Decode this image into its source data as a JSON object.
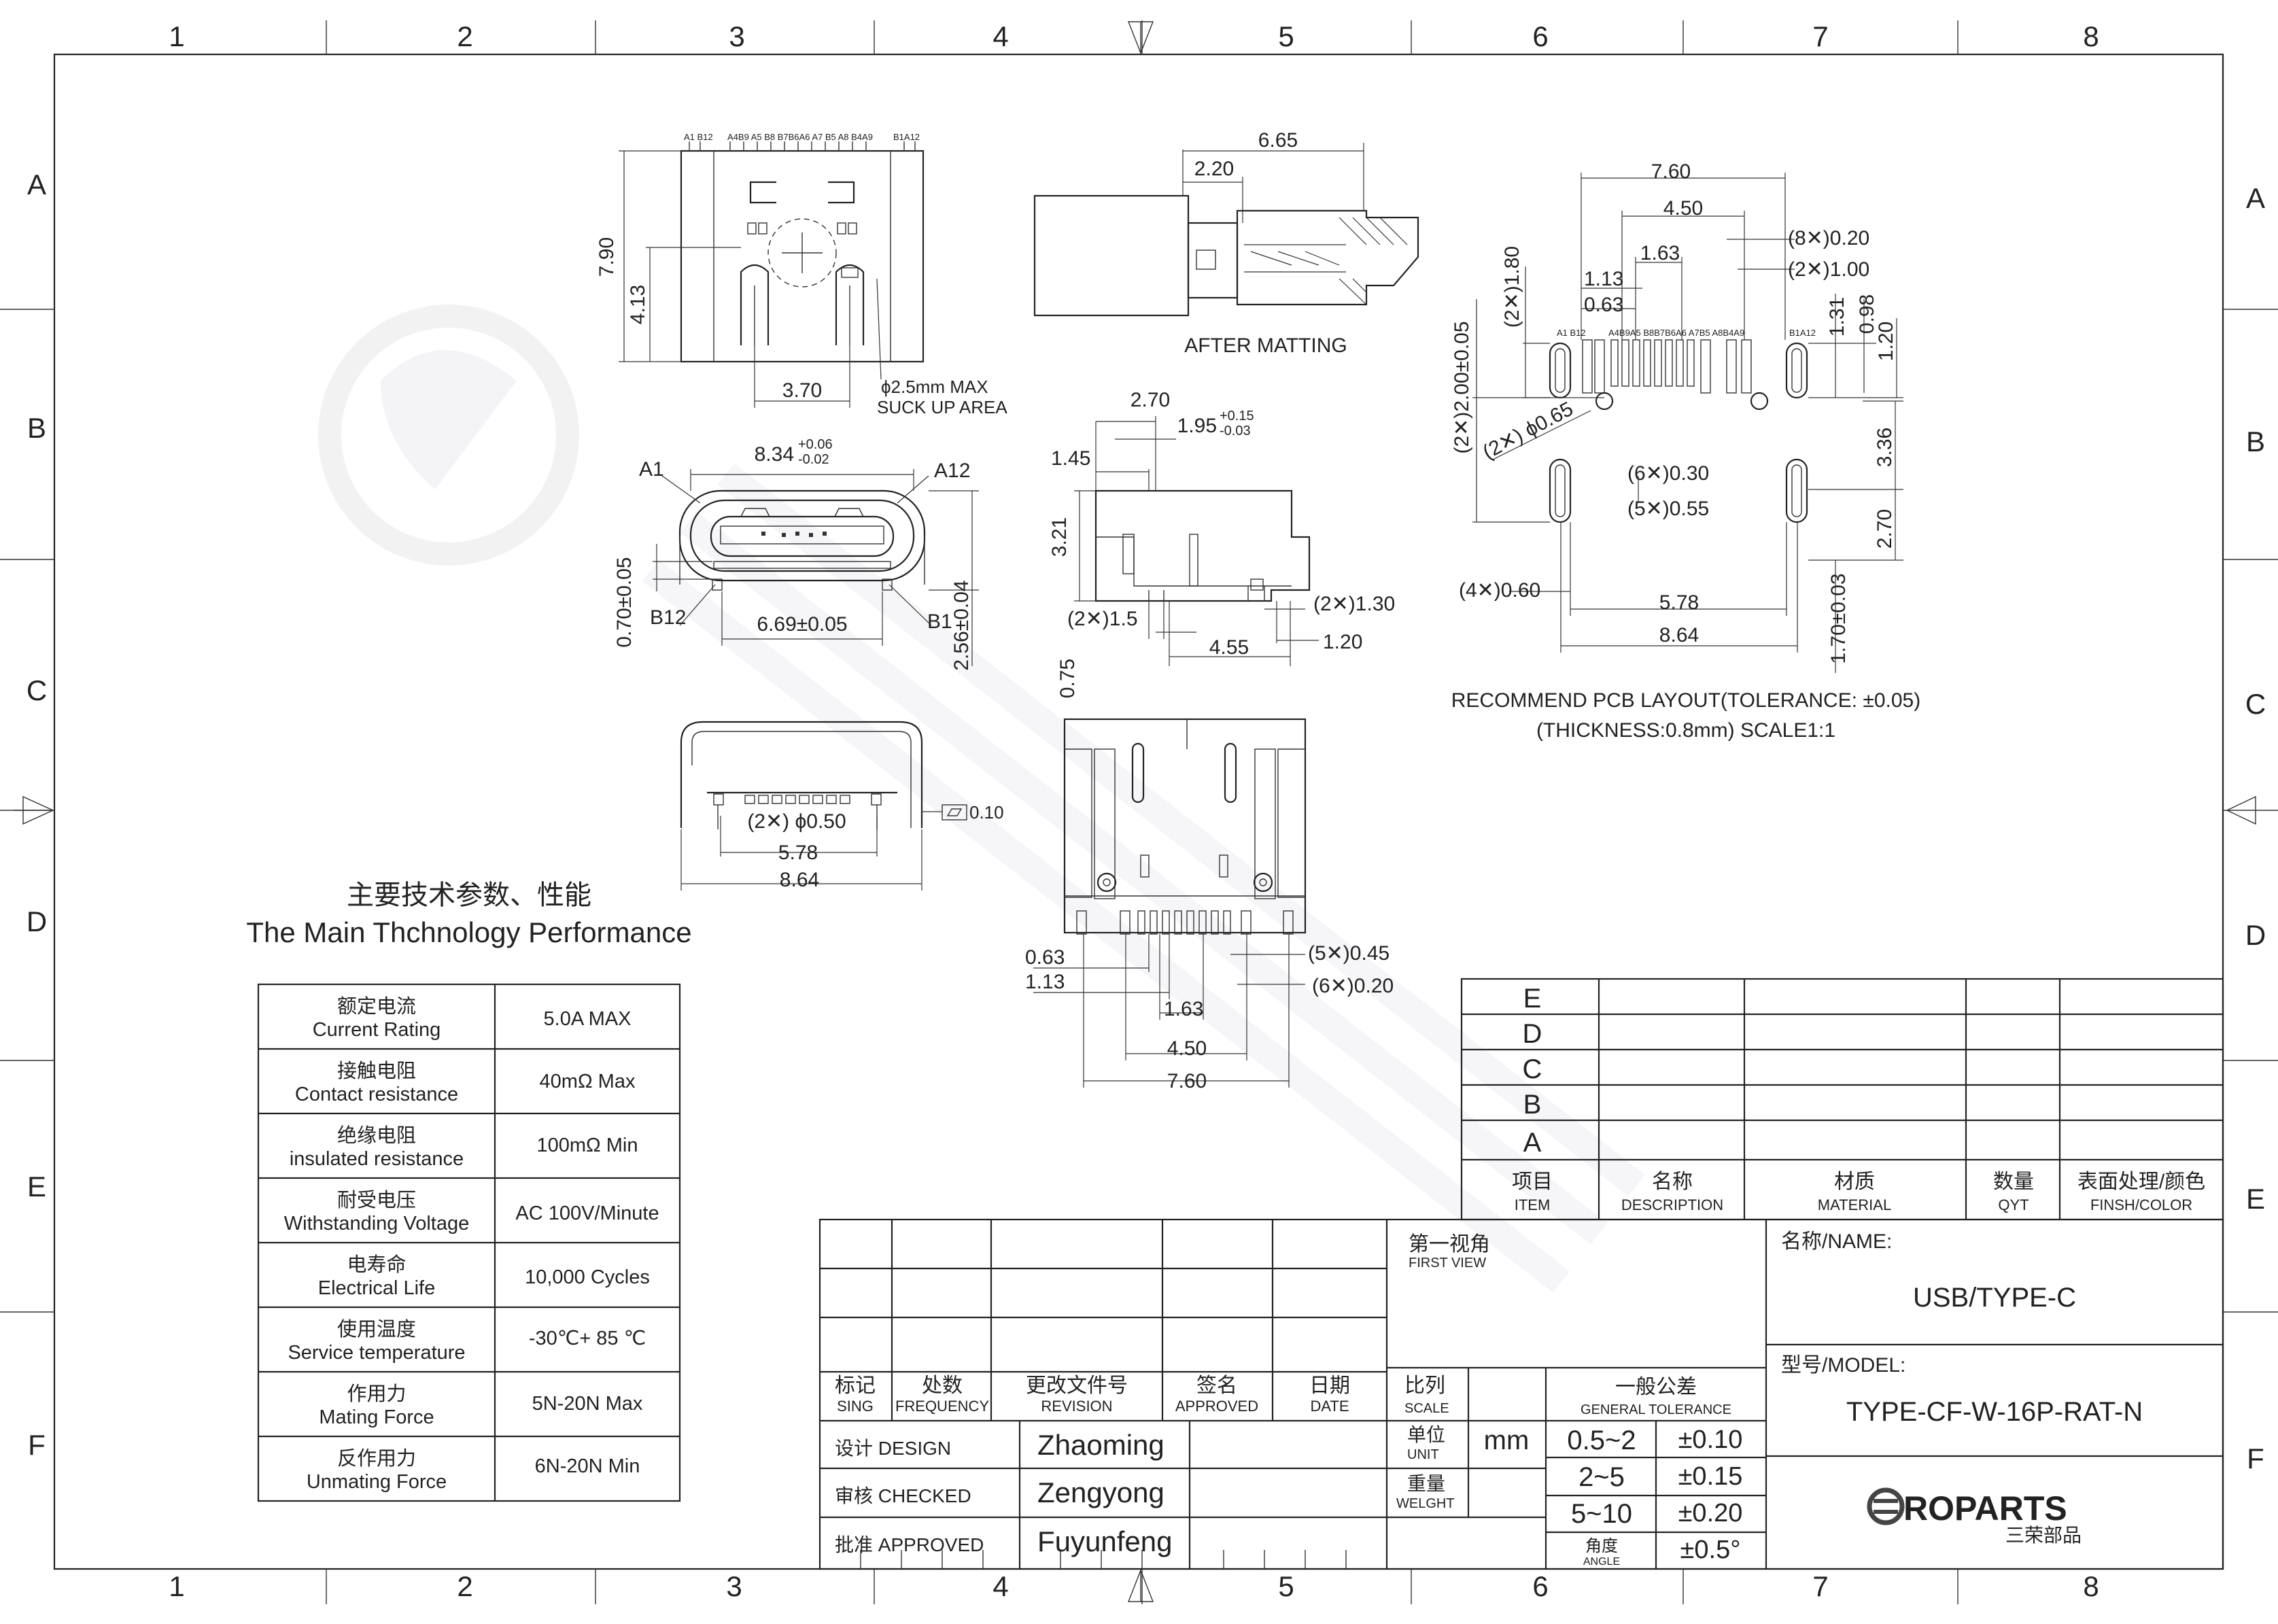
{
  "frame": {
    "col_labels": [
      "1",
      "2",
      "3",
      "4",
      "5",
      "6",
      "7",
      "8"
    ],
    "row_labels": [
      "A",
      "B",
      "C",
      "D",
      "E",
      "F"
    ]
  },
  "views": {
    "top": {
      "pin_labels": [
        "A1 B12",
        "A4B9 A5 B8 B7B6A6 A7 B5 A8 B4A9",
        "B1A12"
      ],
      "dims": {
        "h_total": "7.90",
        "h_mid": "4.13",
        "w_pitch": "3.70"
      },
      "note_line1": "ϕ2.5mm MAX",
      "note_line2": "SUCK UP AREA"
    },
    "after_mating": {
      "dims": {
        "w_total": "6.65",
        "w_front": "2.20"
      },
      "label": "AFTER MATTING"
    },
    "front": {
      "label_a1": "A1",
      "label_a12": "A12",
      "label_b12": "B12",
      "label_b1": "B1",
      "dims": {
        "top_w": "8.34",
        "top_w_tol_up": "+0.06",
        "top_w_tol_dn": "-0.02",
        "bot_w": "6.69±0.05",
        "h_left": "0.70±0.05",
        "h_right": "2.56±0.04"
      }
    },
    "bottom": {
      "dims": {
        "hole": "(2✕) ϕ0.50",
        "pitch": "5.78",
        "total": "8.64",
        "flat": "0.10"
      }
    },
    "side": {
      "dims": {
        "w1": "2.70",
        "w2": "1.95",
        "w2_tol_up": "+0.15",
        "w2_tol_dn": "-0.03",
        "w3": "1.45",
        "h1": "3.21",
        "p1": "(2✕)1.5",
        "p2": "(2✕)1.30",
        "p3": "1.20",
        "p4": "4.55",
        "p5": "0.75"
      }
    },
    "pcb_bottom": {
      "dims": {
        "d1": "0.63",
        "d2": "1.13",
        "d3": "1.63",
        "d4": "4.50",
        "d5": "7.60",
        "d6": "(5✕)0.45",
        "d7": "(6✕)0.20"
      }
    },
    "pcb_layout": {
      "pin_labels": [
        "A1 B12",
        "A4B9A5 B8B7B6A6 A7B5 A8B4A9",
        "B1A12"
      ],
      "dims": {
        "w_760": "7.60",
        "w_450": "4.50",
        "w_163": "1.63",
        "w_113": "1.13",
        "w_063": "0.63",
        "p_8x": "(8✕)0.20",
        "p_2x": "(2✕)1.00",
        "h_131": "1.31",
        "h_098": "0.98",
        "h_120": "1.20",
        "h_336": "3.36",
        "h_270": "2.70",
        "v_180": "(2✕)1.80",
        "v_200": "(2✕)2.00±0.05",
        "hole": "(2✕) ϕ0.65",
        "p_6x": "(6✕)0.30",
        "p_5x": "(5✕)0.55",
        "p_4x": "(4✕)0.60",
        "w_578": "5.78",
        "w_864": "8.64",
        "h_170": "1.70±0.03"
      },
      "caption1": "RECOMMEND PCB LAYOUT(TOLERANCE: ±0.05)",
      "caption2": "(THICKNESS:0.8mm) SCALE1:1"
    }
  },
  "spec": {
    "title_cn": "主要技术参数、性能",
    "title_en": "The Main Thchnology Performance",
    "rows": [
      {
        "cn": "额定电流",
        "en": "Current Rating",
        "value": "5.0A MAX"
      },
      {
        "cn": "接触电阻",
        "en": "Contact resistance",
        "value": "40mΩ Max"
      },
      {
        "cn": "绝缘电阻",
        "en": "insulated resistance",
        "value": "100mΩ Min"
      },
      {
        "cn": "耐受电压",
        "en": "Withstanding Voltage",
        "value": "AC 100V/Minute"
      },
      {
        "cn": "电寿命",
        "en": "Electrical Life",
        "value": "10,000 Cycles"
      },
      {
        "cn": "使用温度",
        "en": "Service temperature",
        "value": "-30℃+ 85 ℃"
      },
      {
        "cn": "作用力",
        "en": "Mating Force",
        "value": "5N-20N Max"
      },
      {
        "cn": "反作用力",
        "en": "Unmating Force",
        "value": "6N-20N Min"
      }
    ]
  },
  "bom": {
    "row_letters": [
      "E",
      "D",
      "C",
      "B",
      "A"
    ],
    "headers": [
      {
        "cn": "项目",
        "en": "ITEM"
      },
      {
        "cn": "名称",
        "en": "DESCRIPTION"
      },
      {
        "cn": "材质",
        "en": "MATERIAL"
      },
      {
        "cn": "数量",
        "en": "QYT"
      },
      {
        "cn": "表面处理/颜色",
        "en": "FINSH/COLOR"
      }
    ]
  },
  "titleblock": {
    "rev_headers": [
      {
        "cn": "标记",
        "en": "SING"
      },
      {
        "cn": "处数",
        "en": "FREQUENCY"
      },
      {
        "cn": "更改文件号",
        "en": "REVISION"
      },
      {
        "cn": "签名",
        "en": "APPROVED"
      },
      {
        "cn": "日期",
        "en": "DATE"
      }
    ],
    "design_label": "设计 DESIGN",
    "design_name": "Zhaoming",
    "checked_label": "审核 CHECKED",
    "checked_name": "Zengyong",
    "approved_label": "批准 APPROVED",
    "approved_name": "Fuyunfeng",
    "first_view_cn": "第一视角",
    "first_view_en": "FIRST VIEW",
    "scale_cn": "比列",
    "scale_en": "SCALE",
    "unit_cn": "单位",
    "unit_en": "UNIT",
    "unit_value": "mm",
    "weight_cn": "重量",
    "weight_en": "WELGHT",
    "tol_title_cn": "一般公差",
    "tol_title_en": "GENERAL TOLERANCE",
    "tolerances": [
      {
        "range": "0.5~2",
        "tol": "±0.10"
      },
      {
        "range": "2~5",
        "tol": "±0.15"
      },
      {
        "range": "5~10",
        "tol": "±0.20"
      }
    ],
    "angle_cn": "角度",
    "angle_en": "ANGLE",
    "angle_tol": "±0.5°",
    "name_label": "名称/NAME:",
    "name_value": "USB/TYPE-C",
    "model_label": "型号/MODEL:",
    "model_value": "TYPE-CF-W-16P-RAT-N",
    "logo_text": "ROPARTS",
    "logo_cn": "三荣部品"
  }
}
